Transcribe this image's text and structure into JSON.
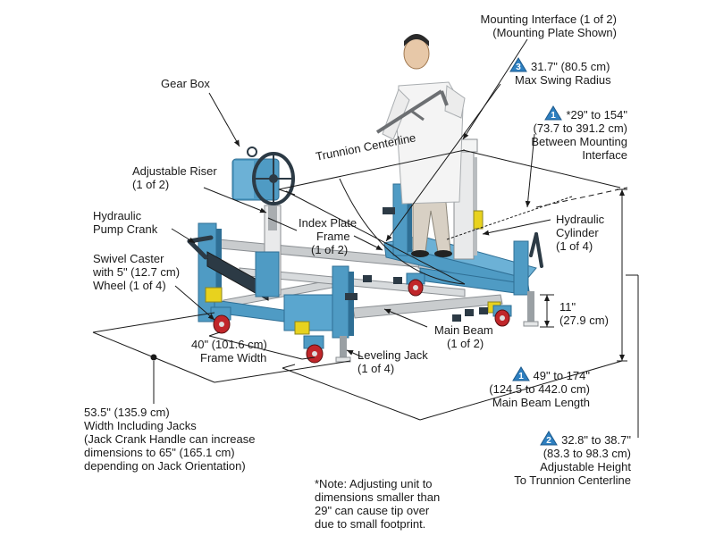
{
  "labels": {
    "mounting_interface": "Mounting Interface (1 of 2)",
    "mounting_plate": "(Mounting Plate Shown)",
    "swing_radius": "31.7\" (80.5 cm)",
    "swing_radius_desc": "Max Swing Radius",
    "mount_distance": "*29\" to 154\"",
    "mount_distance_cm": "(73.7 to 391.2 cm)",
    "mount_distance_desc1": "Between Mounting",
    "mount_distance_desc2": "Interface",
    "gear_box": "Gear Box",
    "trunnion_centerline": "Trunnion Centerline",
    "adjustable_riser": "Adjustable Riser",
    "adjustable_riser_count": "(1 of 2)",
    "hydraulic_pump_crank1": "Hydraulic",
    "hydraulic_pump_crank2": "Pump Crank",
    "index_plate_frame1": "Index Plate",
    "index_plate_frame2": "Frame",
    "index_plate_frame3": "(1 of 2)",
    "hydraulic_cylinder1": "Hydraulic",
    "hydraulic_cylinder2": "Cylinder",
    "hydraulic_cylinder3": "(1 of 4)",
    "swivel_caster1": "Swivel Caster",
    "swivel_caster2": "with 5\" (12.7 cm)",
    "swivel_caster3": "Wheel (1 of 4)",
    "height_jack": "11\"",
    "height_jack_cm": "(27.9 cm)",
    "main_beam1": "Main Beam",
    "main_beam2": "(1 of 2)",
    "frame_width1": "40\" (101.6 cm)",
    "frame_width2": "Frame Width",
    "leveling_jack1": "Leveling Jack",
    "leveling_jack2": "(1 of 4)",
    "beam_length1": "49\" to 174\"",
    "beam_length2": "(124.5 to 442.0 cm)",
    "beam_length3": "Main Beam Length",
    "width_jacks1": "53.5\" (135.9 cm)",
    "width_jacks2": "Width Including Jacks",
    "width_jacks3": "(Jack Crank Handle can increase",
    "width_jacks4": "dimensions to 65\" (165.1 cm)",
    "width_jacks5": "depending on Jack Orientation)",
    "adj_height1": "32.8\" to 38.7\"",
    "adj_height2": "(83.3 to 98.3 cm)",
    "adj_height3": "Adjustable Height",
    "adj_height4": "To Trunnion Centerline",
    "note1": "*Note: Adjusting unit to",
    "note2": "dimensions smaller than",
    "note3": "29\" can cause tip over",
    "note4": "due to small footprint."
  },
  "badges": {
    "swing": "3",
    "mount": "1",
    "beam": "1",
    "height": "2"
  },
  "colors": {
    "frame_blue": "#4f9bc4",
    "frame_dark": "#2f6f95",
    "beam_gray": "#c9ccce",
    "caster_red": "#c0262a",
    "yellow_block": "#e8d21e",
    "badge_blue": "#2d7fc0",
    "line": "#1a1a1a"
  }
}
